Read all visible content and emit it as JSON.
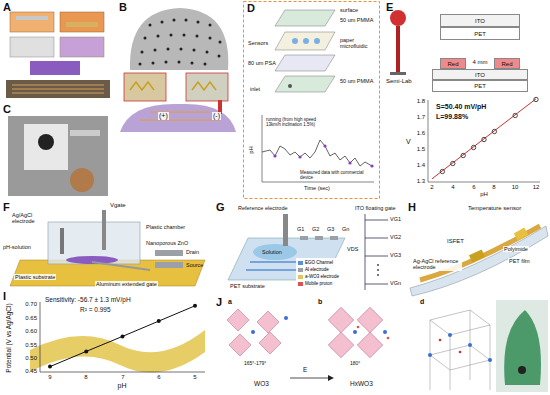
{
  "diagram": {
    "nodes": [
      {
        "text": [
          "ITO"
        ]
      },
      {
        "text": [
          "PET"
        ]
      },
      {
        "text": [
          "Red"
        ]
      },
      {
        "text": [
          "Red"
        ]
      },
      {
        "text": [
          "ITO"
        ]
      },
      {
        "text": [
          "PET"
        ]
      }
    ],
    "labels": [
      "A",
      "B",
      "C",
      "D",
      "E",
      "F",
      "G",
      "H",
      "I",
      "J",
      "(+)",
      "(-)",
      "surface",
      "50 um PMMA",
      "paper microfluidic",
      "Sensors",
      "80 um PSA",
      "50 um PMMA",
      "inlet",
      "pH",
      "Time (sec)",
      "Measured data with commercial device",
      "running (from high speed 13km/h inclination 1.5%)",
      "Semi-Lab",
      "4 mm",
      "S=50.40 mV/pH",
      "L=99.88%",
      "1.3",
      "1.4",
      "1.5",
      "1.6",
      "1.7",
      "1.8",
      "2",
      "4",
      "6",
      "8",
      "10",
      "12",
      "V",
      "pH",
      "Vgate",
      "Ag/AgCl electrode",
      "Plastic chamber",
      "pH-solution",
      "Nanoporous ZnO",
      "Drain",
      "Source",
      "Plastic substrate",
      "Aluminum extended gate",
      "Reference electrode",
      "Solution",
      "G1",
      "G2",
      "G3",
      "Gn",
      "PET substrate",
      "ITO floating gate",
      "VDS",
      "VG1",
      "VG2",
      "VG3",
      "VGn",
      "Temperature sensor",
      "Ag-AgCl reference electrode",
      "ISFET",
      "Polyimide",
      "PET film",
      "Sensitivity: -56.7 ± 1.3 mV/pH",
      "R² = 0.995",
      "Potential (V vs Ag/AgCl)",
      "pH",
      "9",
      "8",
      "7",
      "6",
      "5",
      "0.45",
      "0.50",
      "0.55",
      "0.60",
      "0.65",
      "0.70",
      "a",
      "b",
      "d",
      "WO3",
      "HxWO3",
      "E",
      "165°-179°",
      "180°"
    ],
    "legend": [
      {
        "text": "EGO Channel",
        "color": "#5b8fd6"
      },
      {
        "text": "Al electrode",
        "color": "#9aa0a6"
      },
      {
        "text": "a-WO3 electrode",
        "color": "#e2c65a"
      },
      {
        "text": "Mobile proton",
        "color": "#e05050"
      }
    ]
  }
}
